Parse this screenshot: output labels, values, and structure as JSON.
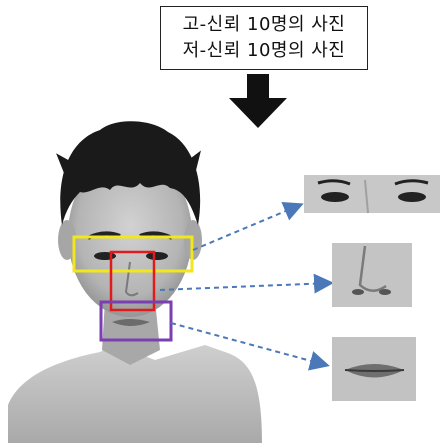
{
  "caption": {
    "line1": "고-신뢰 10명의 사진",
    "line2": "저-신뢰 10명의 사진"
  },
  "colors": {
    "eyes_box": "#f2e61c",
    "nose_box": "#e01b1b",
    "mouth_box": "#7a3fb0",
    "arrow_dashed": "#4b78b8",
    "down_arrow": "#111111"
  },
  "regions": [
    "eyes",
    "nose",
    "mouth"
  ]
}
